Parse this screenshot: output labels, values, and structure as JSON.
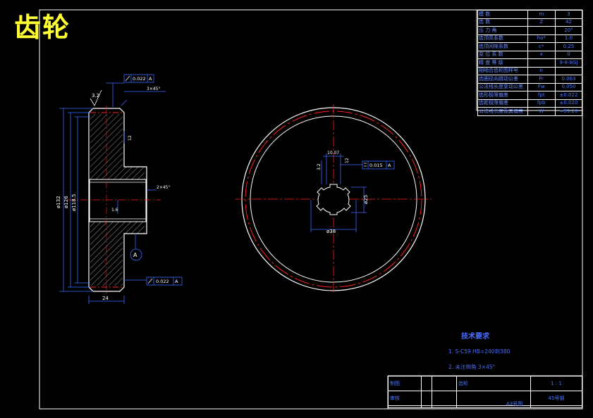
{
  "title": "齿轮",
  "params": [
    {
      "label": "模 数",
      "symbol": "m",
      "value": "3"
    },
    {
      "label": "齿 数",
      "symbol": "Z",
      "value": "42"
    },
    {
      "label": "压 力 角",
      "symbol": "",
      "value": "20°"
    },
    {
      "label": "齿顶高系数",
      "symbol": "ha*",
      "value": "1.0"
    },
    {
      "label": "齿顶间隙系数",
      "symbol": "c*",
      "value": "0.25"
    },
    {
      "label": "变 位 系 数",
      "symbol": "x",
      "value": "0"
    },
    {
      "label": "精 度 等 级",
      "symbol": "",
      "value": "9-8-8GJ"
    },
    {
      "label": "相啮合齿轮图样号",
      "symbol": "n",
      "value": ""
    },
    {
      "label": "齿圈径向跳动公差",
      "symbol": "Fr",
      "value": "0.063"
    },
    {
      "label": "公法线长度变动公差",
      "symbol": "Fw",
      "value": "0.050"
    },
    {
      "label": "齿形极限偏差",
      "symbol": "fpt",
      "value": "±0.022"
    },
    {
      "label": "齿距极限偏差",
      "symbol": "fpb",
      "value": "±0.020"
    },
    {
      "label": "公法线长度及其偏差",
      "symbol": "W",
      "value": "=59.20"
    }
  ],
  "dims": {
    "tol_top": "0.022",
    "tol_bottom": "0.022",
    "datum_a": "A",
    "roughness_face": "3.2",
    "chamfer_top": "3×45°",
    "chamfer_hole": "2×45°",
    "hub_dim": "12",
    "roughness_bore": "1.6",
    "d132": "ø132",
    "d126": "ø126",
    "d1185": "ø118.5",
    "width": "24",
    "key_width": "10.07",
    "key_depth": "3.2",
    "key_angle": "12",
    "tol_right": "0.015",
    "d25": "ø25",
    "d38": "ø38"
  },
  "tech": {
    "title": "技术要求",
    "line1": "1. S-C59  HB=240到380",
    "line2": "2. 未注倒角 3×45°"
  },
  "title_block": {
    "drawn": "制图",
    "checked": "审核",
    "part_name": "齿轮",
    "scale": "1 : 1",
    "material": "45号钢",
    "sheet_size": "A3号图"
  }
}
